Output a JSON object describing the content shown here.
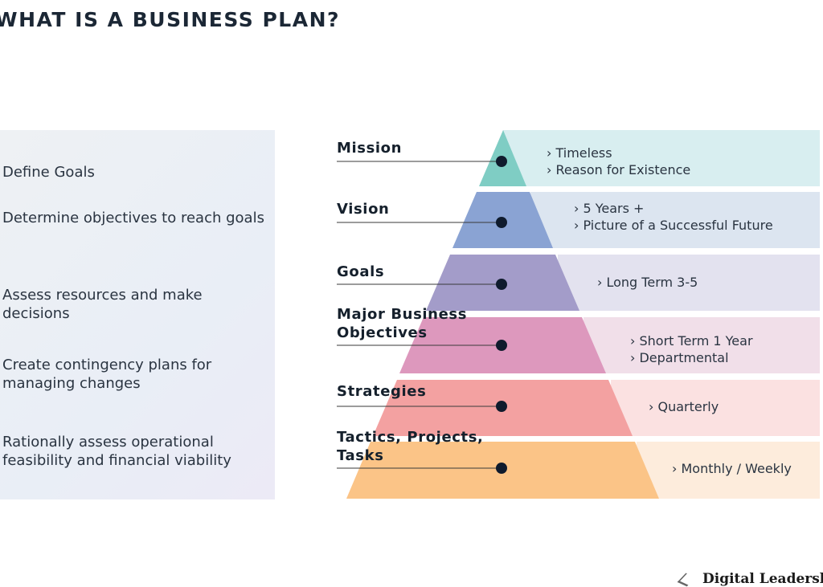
{
  "title": "WHAT IS A BUSINESS PLAN?",
  "steps": [
    "Define Goals",
    "Determine objectives to reach goals",
    "Assess resources and make decisions",
    "Create contingency plans for managing changes",
    "Rationally assess operational feasibility and financial viability"
  ],
  "levels": [
    {
      "label": "Mission",
      "items": [
        "› Timeless",
        "› Reason for Existence"
      ],
      "color": "#7fcdc4",
      "band": "#d8eef0"
    },
    {
      "label": "Vision",
      "items": [
        "› 5 Years +",
        "› Picture of a Successful Future"
      ],
      "color": "#8aa3d3",
      "band": "#dce5f0"
    },
    {
      "label": "Goals",
      "items": [
        "› Long Term 3-5"
      ],
      "color": "#a39cc9",
      "band": "#e3e2ef"
    },
    {
      "label": "Major Business Objectives",
      "items": [
        "› Short Term 1 Year",
        "› Departmental"
      ],
      "color": "#dd98bd",
      "band": "#f1dfe9"
    },
    {
      "label": "Strategies",
      "items": [
        "› Quarterly"
      ],
      "color": "#f3a1a1",
      "band": "#fbe1e1"
    },
    {
      "label": "Tactics, Projects, Tasks",
      "items": [
        "› Monthly / Weekly"
      ],
      "color": "#fbc487",
      "band": "#fdecdc"
    }
  ],
  "footer": {
    "brand": "Digital Leadership"
  }
}
